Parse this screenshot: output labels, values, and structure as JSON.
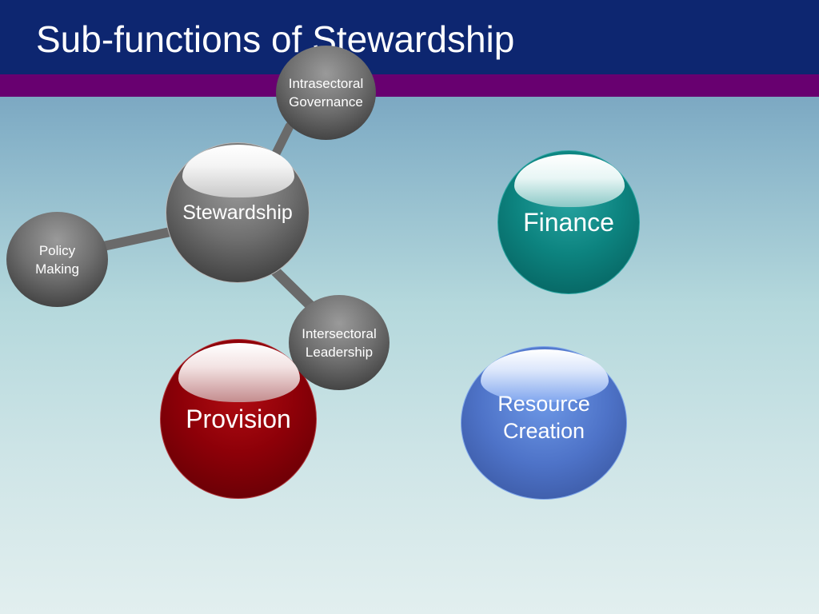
{
  "title": "Sub-functions of Stewardship",
  "colors": {
    "title_bar": "#0d2670",
    "accent_bar": "#680070",
    "gray_node": "#6f6f6f",
    "finance": "#0d8480",
    "provision": "#8d0008",
    "resource_creation": "#4e73c8"
  },
  "diagram": {
    "center_node": {
      "label": "Stewardship"
    },
    "sub_nodes": [
      {
        "id": "intrasectoral",
        "line1": "Intrasectoral",
        "line2": "Governance"
      },
      {
        "id": "policy",
        "line1": "Policy",
        "line2": "Making"
      },
      {
        "id": "intersectoral",
        "line1": "Intersectoral",
        "line2": "Leadership"
      }
    ],
    "other_functions": [
      {
        "id": "finance",
        "line1": "Finance"
      },
      {
        "id": "provision",
        "line1": "Provision"
      },
      {
        "id": "resource",
        "line1": "Resource",
        "line2": "Creation"
      }
    ]
  }
}
